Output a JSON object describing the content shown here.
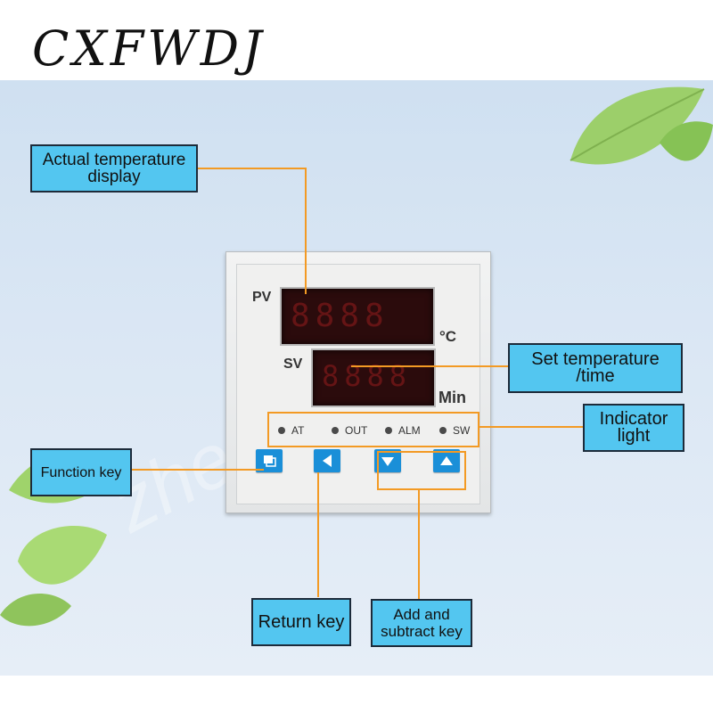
{
  "brand": "CXFWDJ",
  "watermark": "zhenjingkeji",
  "panel": {
    "pv_label": "PV",
    "sv_label": "SV",
    "unit_celsius": "°C",
    "unit_min": "Min",
    "indicators": [
      "AT",
      "OUT",
      "ALM",
      "SW"
    ]
  },
  "callouts": {
    "actual_temp": "Actual temperature display",
    "set_temp": "Set temperature /time",
    "indicator": "Indicator light",
    "function_key": "Function key",
    "return_key": "Return key",
    "add_subtract": "Add and subtract key"
  },
  "colors": {
    "callout_bg": "#53c6f0",
    "leader_line": "#f39a24",
    "key_blue": "#1a8fd8",
    "display_bg": "#2b0b0c"
  },
  "icons": [
    "function-key-icon",
    "left-arrow-icon",
    "down-arrow-icon",
    "up-arrow-icon",
    "leaf-icon"
  ]
}
